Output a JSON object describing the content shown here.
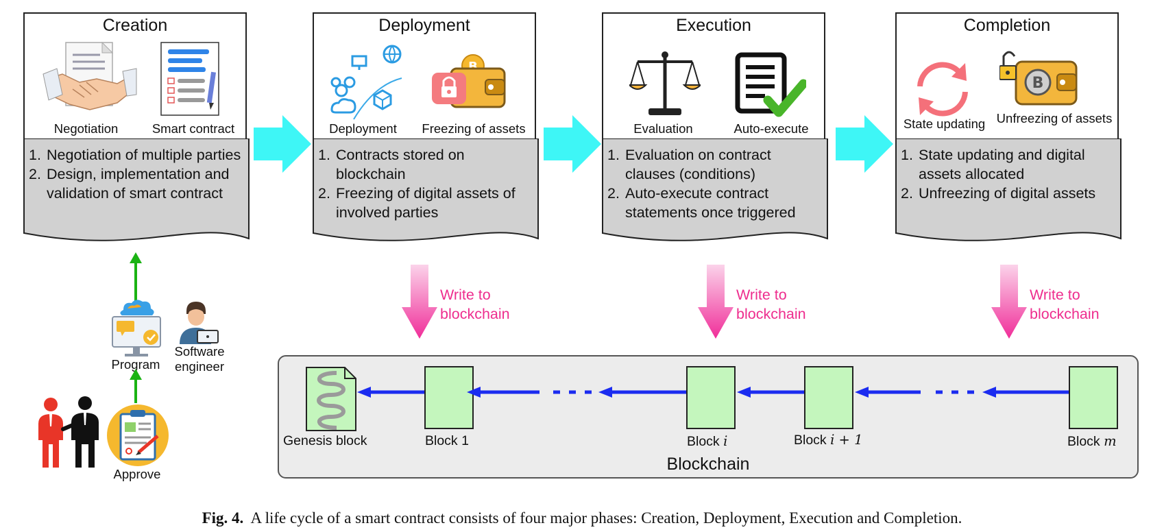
{
  "phases": [
    {
      "title": "Creation",
      "icons": [
        {
          "name": "handshake-icon",
          "label": "Negotiation"
        },
        {
          "name": "document-icon",
          "label": "Smart contract"
        }
      ],
      "steps": [
        {
          "num": "1.",
          "text": "Negotiation of multiple parties"
        },
        {
          "num": "2.",
          "text": "Design, implementation and validation of smart contract"
        }
      ]
    },
    {
      "title": "Deployment",
      "icons": [
        {
          "name": "network-icon",
          "label": "Deployment"
        },
        {
          "name": "locked-wallet-icon",
          "label": "Freezing of assets"
        }
      ],
      "steps": [
        {
          "num": "1.",
          "text": "Contracts stored on blockchain"
        },
        {
          "num": "2.",
          "text": "Freezing of digital assets of involved parties"
        }
      ]
    },
    {
      "title": "Execution",
      "icons": [
        {
          "name": "scales-icon",
          "label": "Evaluation"
        },
        {
          "name": "checked-document-icon",
          "label": "Auto-execute"
        }
      ],
      "steps": [
        {
          "num": "1.",
          "text": "Evaluation on contract clauses (conditions)"
        },
        {
          "num": "2.",
          "text": "Auto-execute contract statements once triggered"
        }
      ]
    },
    {
      "title": "Completion",
      "icons": [
        {
          "name": "refresh-icon",
          "label": "State updating"
        },
        {
          "name": "unlocked-wallet-icon",
          "label": "Unfreezing of assets"
        }
      ],
      "steps": [
        {
          "num": "1.",
          "text": "State updating and digital assets allocated"
        },
        {
          "num": "2.",
          "text": "Unfreezing of digital assets"
        }
      ]
    }
  ],
  "write_label": {
    "line1": "Write to",
    "line2": "blockchain"
  },
  "creation_inputs": {
    "program": "Program",
    "engineer_line1": "Software",
    "engineer_line2": "engineer",
    "approve": "Approve"
  },
  "blockchain": {
    "title": "Blockchain",
    "blocks": [
      {
        "label": "Genesis block",
        "var": ""
      },
      {
        "label": "Block 1",
        "var": ""
      },
      {
        "label": "Block",
        "var": "i"
      },
      {
        "label": "Block",
        "var": "i + 1"
      },
      {
        "label": "Block",
        "var": "m"
      }
    ]
  },
  "caption": {
    "prefix": "Fig. 4.",
    "text": "A life cycle of a smart contract consists of four major phases: Creation, Deployment, Execution and Completion."
  },
  "colors": {
    "flow_arrow": "#3ef6f6",
    "write_arrow": "#f23f9f",
    "write_text": "#ee2d8e",
    "chain_arrow": "#1b2cf0",
    "block_fill": "#c4f6bd",
    "green_arrow": "#1bb314"
  }
}
